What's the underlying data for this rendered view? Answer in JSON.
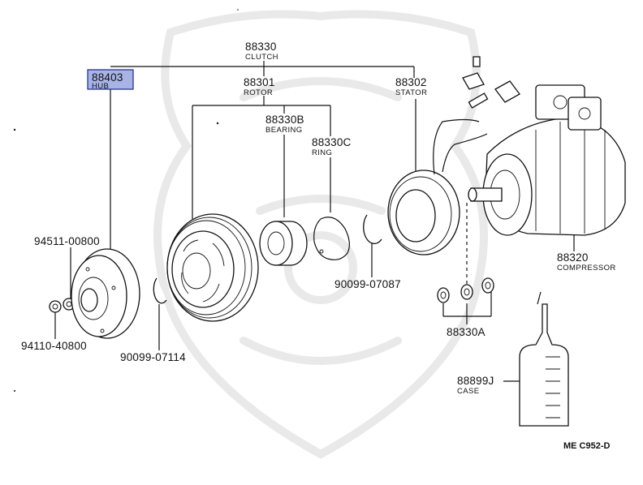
{
  "drawing_code": "ME C952-D",
  "parts": {
    "clutch": {
      "number": "88330",
      "name": "CLUTCH"
    },
    "hub": {
      "number": "88403",
      "name": "HUB",
      "highlighted": true,
      "highlight_color": "#a8b3e6"
    },
    "rotor": {
      "number": "88301",
      "name": "ROTOR"
    },
    "stator": {
      "number": "88302",
      "name": "STATOR"
    },
    "bearing": {
      "number": "88330B",
      "name": "BEARING"
    },
    "ring": {
      "number": "88330C",
      "name": "RING"
    },
    "compressor": {
      "number": "88320",
      "name": "COMPRESSOR"
    },
    "shim": {
      "number": "88330A"
    },
    "washer": {
      "number": "94511-00800"
    },
    "nut": {
      "number": "94110-40800"
    },
    "snap_ring_1": {
      "number": "90099-07114"
    },
    "snap_ring_2": {
      "number": "90099-07087"
    },
    "case": {
      "number": "88899J",
      "name": "CASE"
    }
  }
}
